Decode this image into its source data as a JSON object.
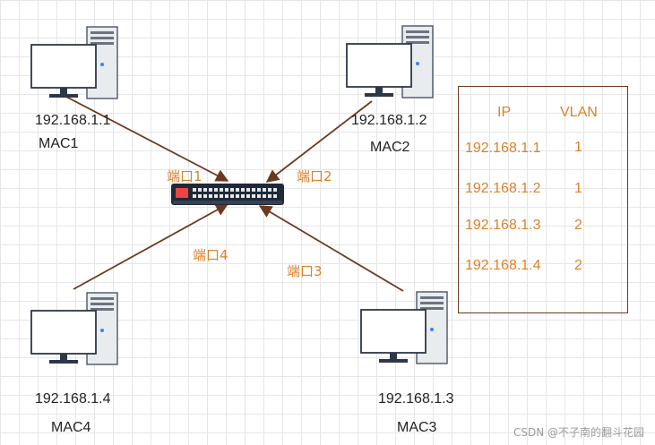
{
  "hosts": [
    {
      "id": "host1",
      "ip": "192.168.1.1",
      "mac": "MAC1"
    },
    {
      "id": "host2",
      "ip": "192.168.1.2",
      "mac": "MAC2"
    },
    {
      "id": "host3",
      "ip": "192.168.1.3",
      "mac": "MAC3"
    },
    {
      "id": "host4",
      "ip": "192.168.1.4",
      "mac": "MAC4"
    }
  ],
  "ports": [
    "端口1",
    "端口2",
    "端口3",
    "端口4"
  ],
  "table": {
    "headers": [
      "IP",
      "VLAN"
    ],
    "rows": [
      [
        "192.168.1.1",
        "1"
      ],
      [
        "192.168.1.2",
        "1"
      ],
      [
        "192.168.1.3",
        "2"
      ],
      [
        "192.168.1.4",
        "2"
      ]
    ]
  },
  "watermark": "CSDN @不子南的翻斗花园",
  "colors": {
    "arrow": "#6b3a1e",
    "accent": "#d9822b",
    "border": "#6b3a1e"
  },
  "icons": {
    "computer": "desktop-computer-icon",
    "switch": "network-switch-icon"
  }
}
